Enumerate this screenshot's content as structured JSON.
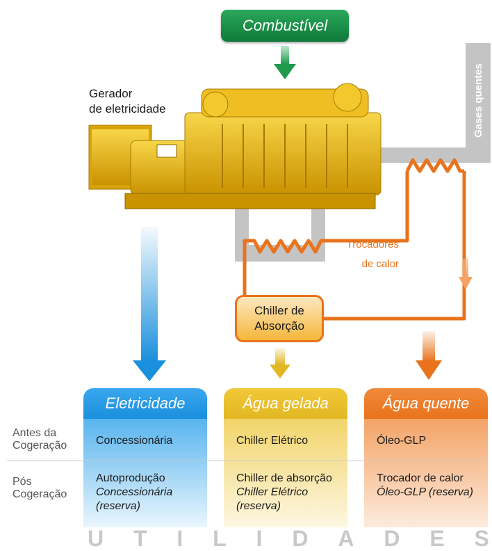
{
  "fuel_label": "Combustível",
  "generator_label_line1": "Gerador",
  "generator_label_line2": "de eletricidade",
  "hot_gases_label": "Gases quentes",
  "heat_exchangers_line1": "Trocadores",
  "heat_exchangers_line2": "de calor",
  "chiller_line1": "Chiller de",
  "chiller_line2": "Absorção",
  "row_labels": {
    "before_line1": "Antes da",
    "before_line2": "Cogeração",
    "after_line1": "Pós",
    "after_line2": "Cogeração"
  },
  "columns": [
    {
      "title": "Eletricidade",
      "before": "Concessionária",
      "after_main": "Autoprodução",
      "after_italic_line1": "Concessionária",
      "after_italic_line2": "(reserva)"
    },
    {
      "title": "Água gelada",
      "before": "Chiller Elétrico",
      "after_main": "Chiller de absorção",
      "after_italic_line1": "Chiller Elétrico",
      "after_italic_line2": "(reserva)"
    },
    {
      "title": "Água quente",
      "before": "Óleo-GLP",
      "after_main": "Trocador de calor",
      "after_italic_line1": "Óleo-GLP (reserva)",
      "after_italic_line2": ""
    }
  ],
  "utilities_letters": [
    "U",
    "T",
    "I",
    "L",
    "I",
    "D",
    "A",
    "D",
    "E",
    "S"
  ],
  "colors": {
    "fuel_green": "#0f7a3a",
    "electricity_blue": "#1a8fdc",
    "chilled_water_yellow": "#e2b722",
    "hot_water_orange": "#e8731c",
    "gas_gray": "#c4c4c4",
    "engine_yellow": "#e9b416"
  },
  "icons": [
    "generator-engine-image",
    "down-arrow-icon",
    "heat-exchanger-zigzag-icon"
  ]
}
